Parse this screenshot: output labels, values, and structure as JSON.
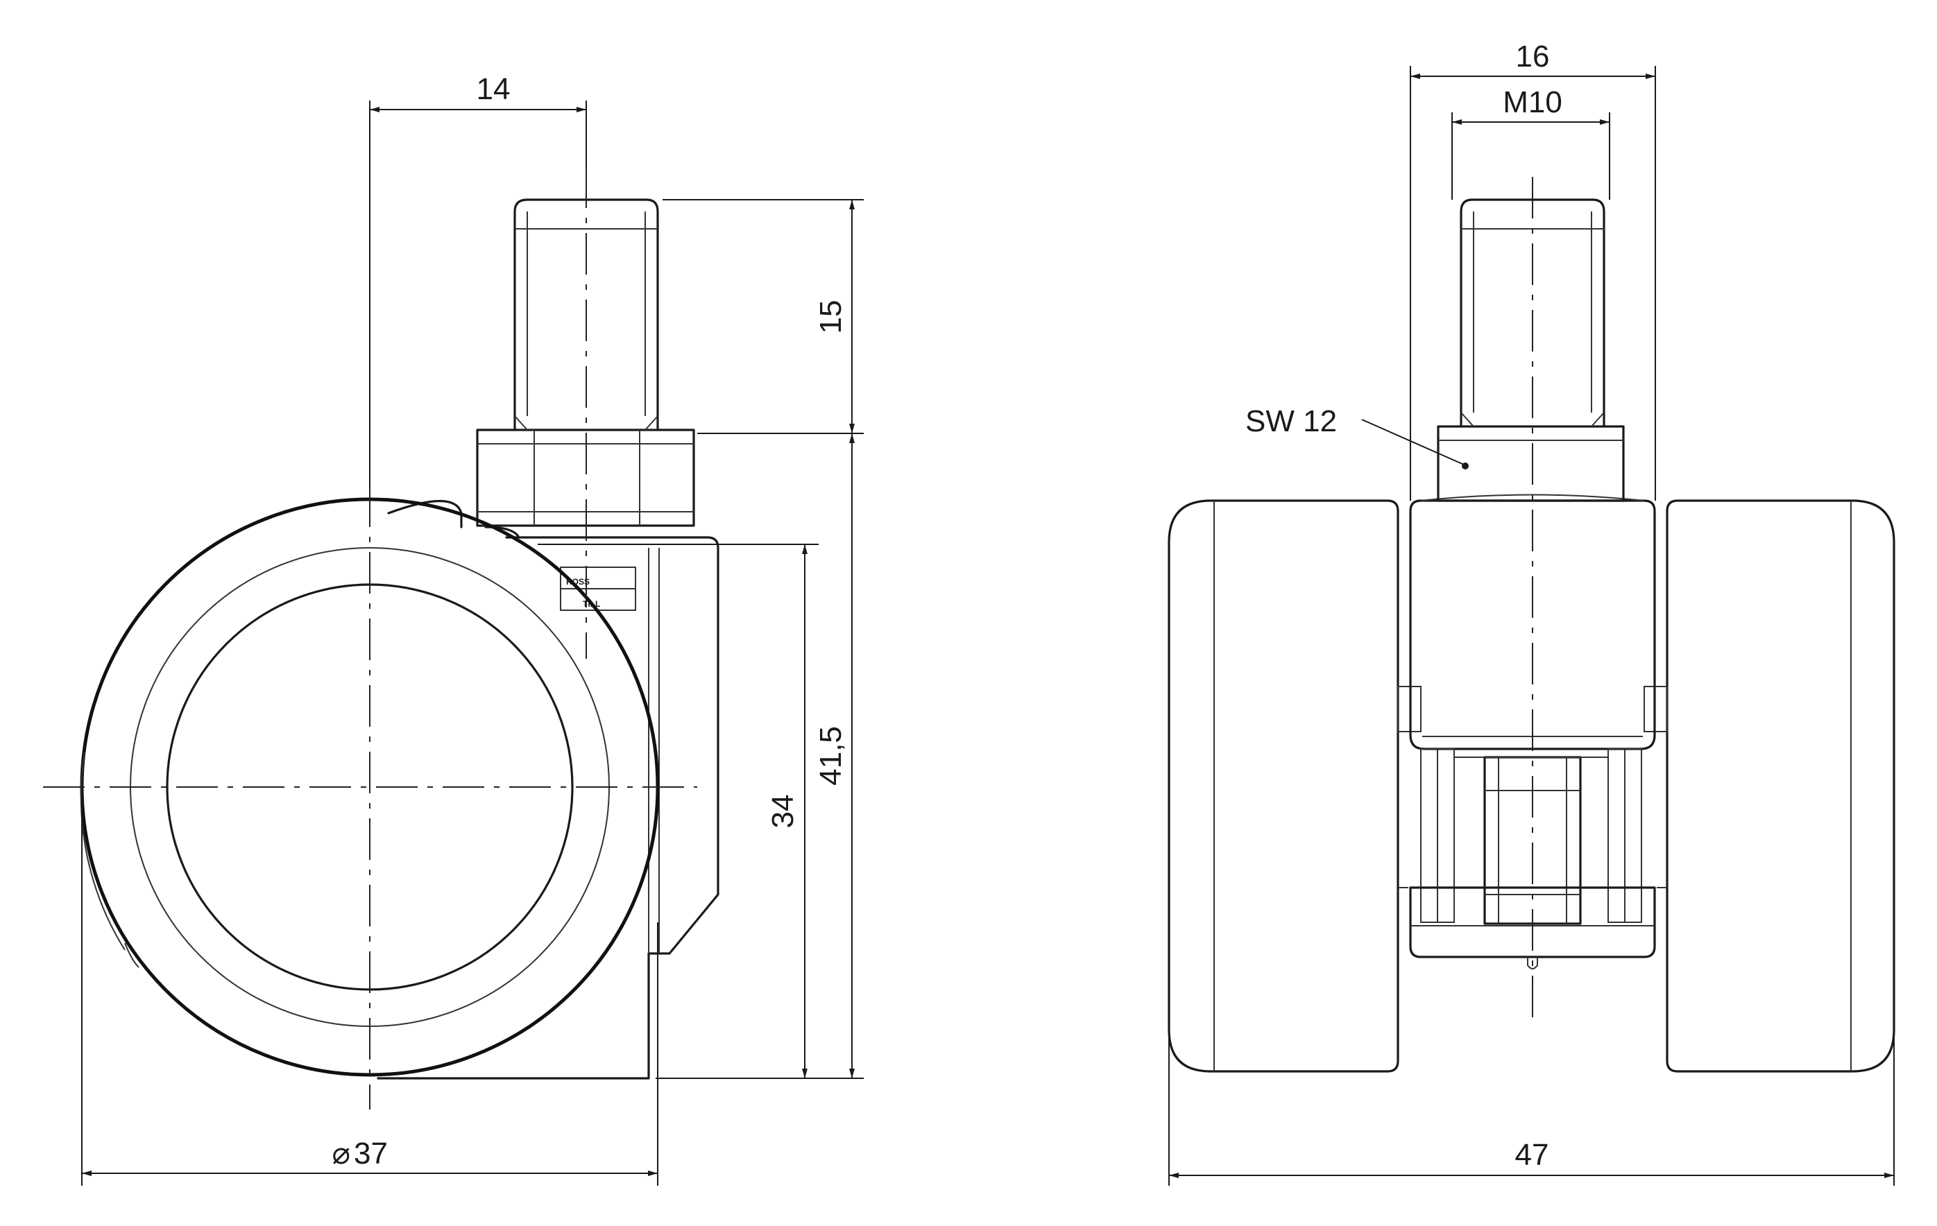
{
  "dimensions": {
    "side_view": {
      "stem_offset": "14",
      "stem_height": "15",
      "total_height": "41,5",
      "wheel_height": "34",
      "wheel_diameter_symbol": "⌀",
      "wheel_diameter": "37"
    },
    "front_view": {
      "stem_width": "16",
      "thread": "M10",
      "wrench_size": "SW 12",
      "total_width": "47"
    }
  },
  "logo": {
    "line1": "ROSS",
    "line2": "TILL"
  }
}
